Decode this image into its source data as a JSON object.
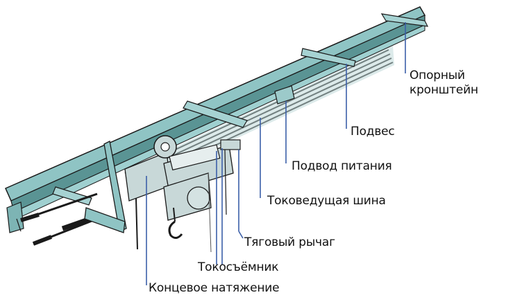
{
  "labels": {
    "support_bracket_line1": "Опорный",
    "support_bracket_line2": "кронштейн",
    "hanger": "Подвес",
    "power_feed": "Подвод питания",
    "busbar": "Токоведущая шина",
    "tow_arm": "Тяговый рычаг",
    "collector": "Токосъёмник",
    "end_tensioner": "Концевое натяжение"
  },
  "colors": {
    "beam": "#8fc4c4",
    "beam_dark": "#5a9494",
    "outline": "#1a1a1a",
    "leader": "#3b5fa8",
    "hoist": "#c8d8d8",
    "hook": "#dddddd"
  }
}
